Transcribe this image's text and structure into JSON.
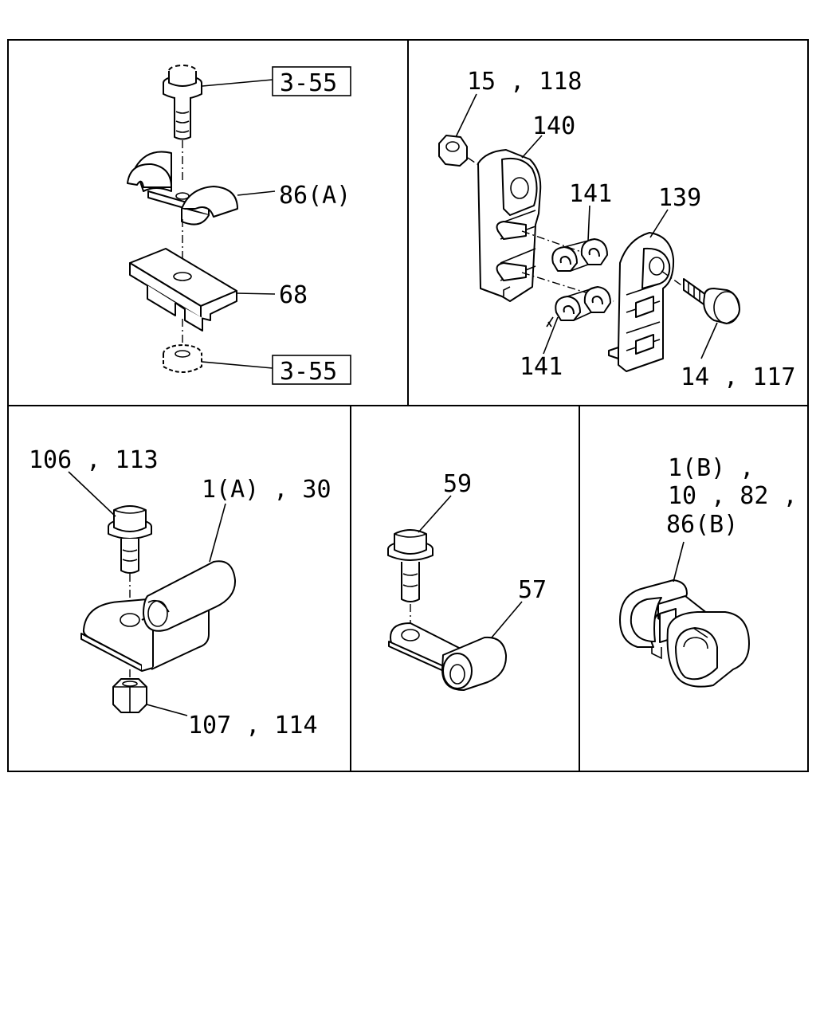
{
  "panel_1": {
    "ref_top": "3-55",
    "clip": "86(A)",
    "bracket": "68",
    "ref_bottom": "3-55"
  },
  "panel_2": {
    "nut": "15 , 118",
    "clamp_a": "140",
    "clip_upper": "141",
    "clamp_b": "139",
    "clip_lower": "141",
    "bolt": "14 , 117"
  },
  "panel_3": {
    "bolt": "106 , 113",
    "clamp": "1(A) , 30",
    "nut": "107 , 114"
  },
  "panel_4": {
    "bolt": "59",
    "clamp": "57"
  },
  "panel_5": {
    "clip_line1": "1(B) ,",
    "clip_line2": "10 , 82 ,",
    "clip_line3": "86(B)"
  }
}
